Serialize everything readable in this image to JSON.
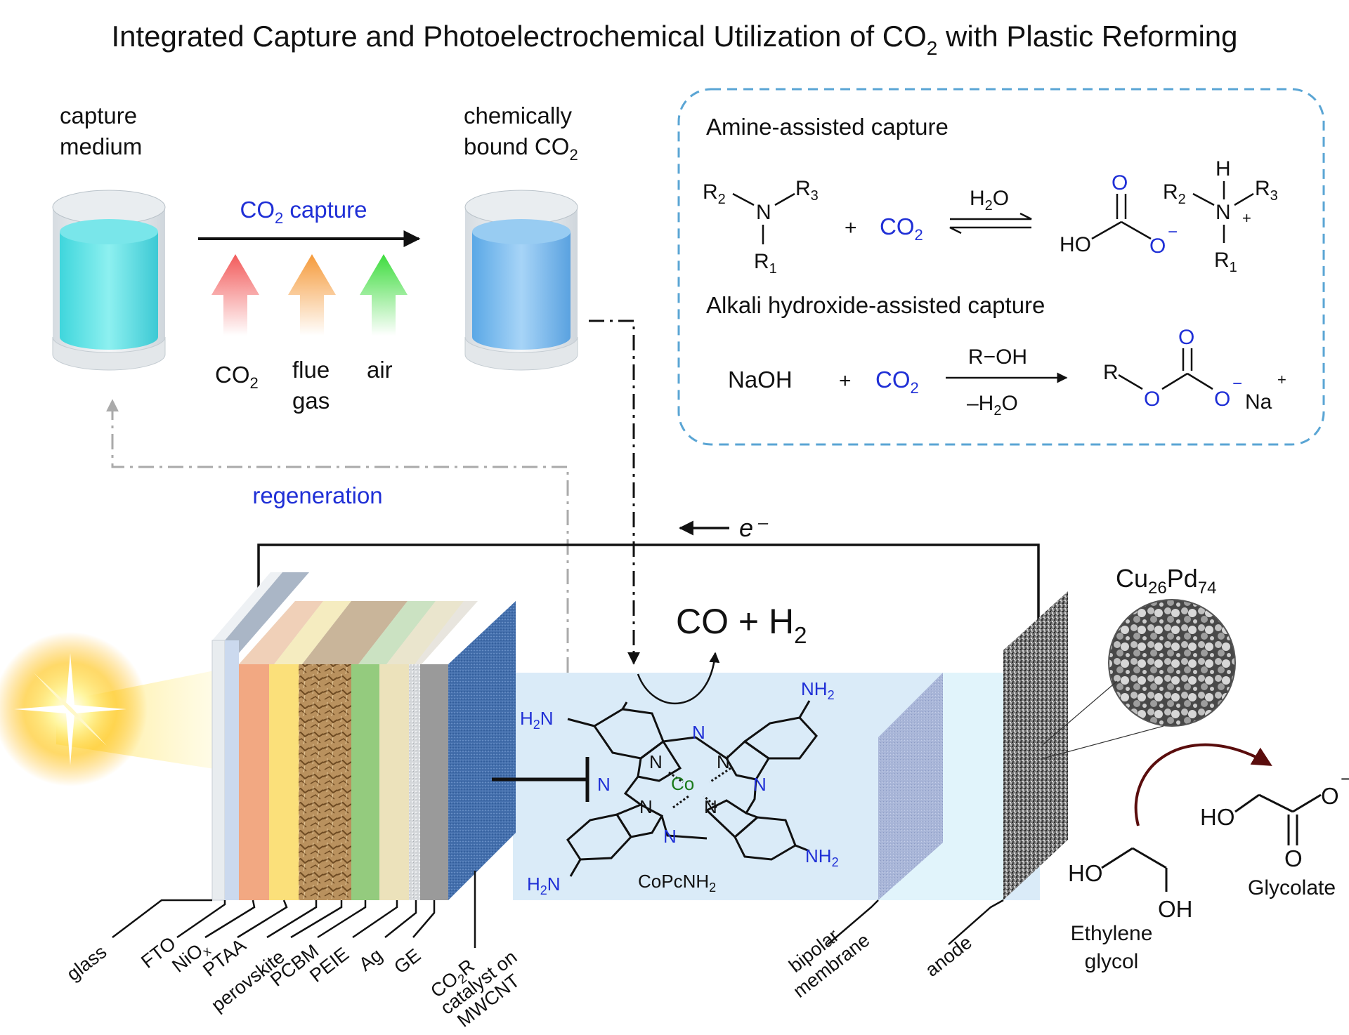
{
  "title": {
    "main": "Integrated Capture and Photoelectrochemical Utilization of CO",
    "sub": "2",
    "tail": " with Plastic Reforming"
  },
  "capture_medium": {
    "line1": "capture",
    "line2": "medium"
  },
  "bound": {
    "line1": "chemically",
    "line2": "bound CO",
    "sub": "2"
  },
  "capture_arrow": {
    "label": "CO",
    "sub": "2",
    "tail": " capture"
  },
  "sources": {
    "co2": "CO",
    "co2_sub": "2",
    "flue1": "flue",
    "flue2": "gas",
    "air": "air"
  },
  "regeneration": "regeneration",
  "electron": "e⁻",
  "products": {
    "text": "CO + H",
    "sub": "2"
  },
  "alloy": {
    "base": "Cu",
    "s1": "26",
    "mid": "Pd",
    "s2": "74"
  },
  "mechanism": {
    "amine_title": "Amine-assisted capture",
    "alkali_title": "Alkali hydroxide-assisted capture",
    "plus": "+",
    "co2": "CO",
    "co2_sub": "2",
    "water": "H",
    "water_sub": "2",
    "water_tail": "O",
    "naoh": "NaOH",
    "roh": "R−OH",
    "minus_water": "–H",
    "minus_water_tail": "O"
  },
  "catalyst": {
    "label": "CoPcNH",
    "sub": "2",
    "metal": "Co",
    "nh2": "NH",
    "h2n": "H",
    "n": "N"
  },
  "oxidation": {
    "eg1": "Ethylene",
    "eg2": "glycol",
    "glycolate": "Glycolate",
    "ho": "HO",
    "oh": "OH",
    "o": "O"
  },
  "layers": [
    "glass",
    "FTO",
    "NiO",
    "PTAA",
    "perovskite",
    "PCBM",
    "PEIE",
    "Ag",
    "GE"
  ],
  "catalyst_layer": [
    "CO",
    "catalyst on",
    "MWCNT"
  ],
  "right_labels": {
    "membrane1": "bipolar",
    "membrane2": "membrane",
    "anode": "anode"
  },
  "colors": {
    "accent_blue": "#1f2fd6",
    "dashed_box": "#5aa5d4",
    "cobalt": "#1a7a1a",
    "arrow_dark": "#5a0d0d"
  }
}
